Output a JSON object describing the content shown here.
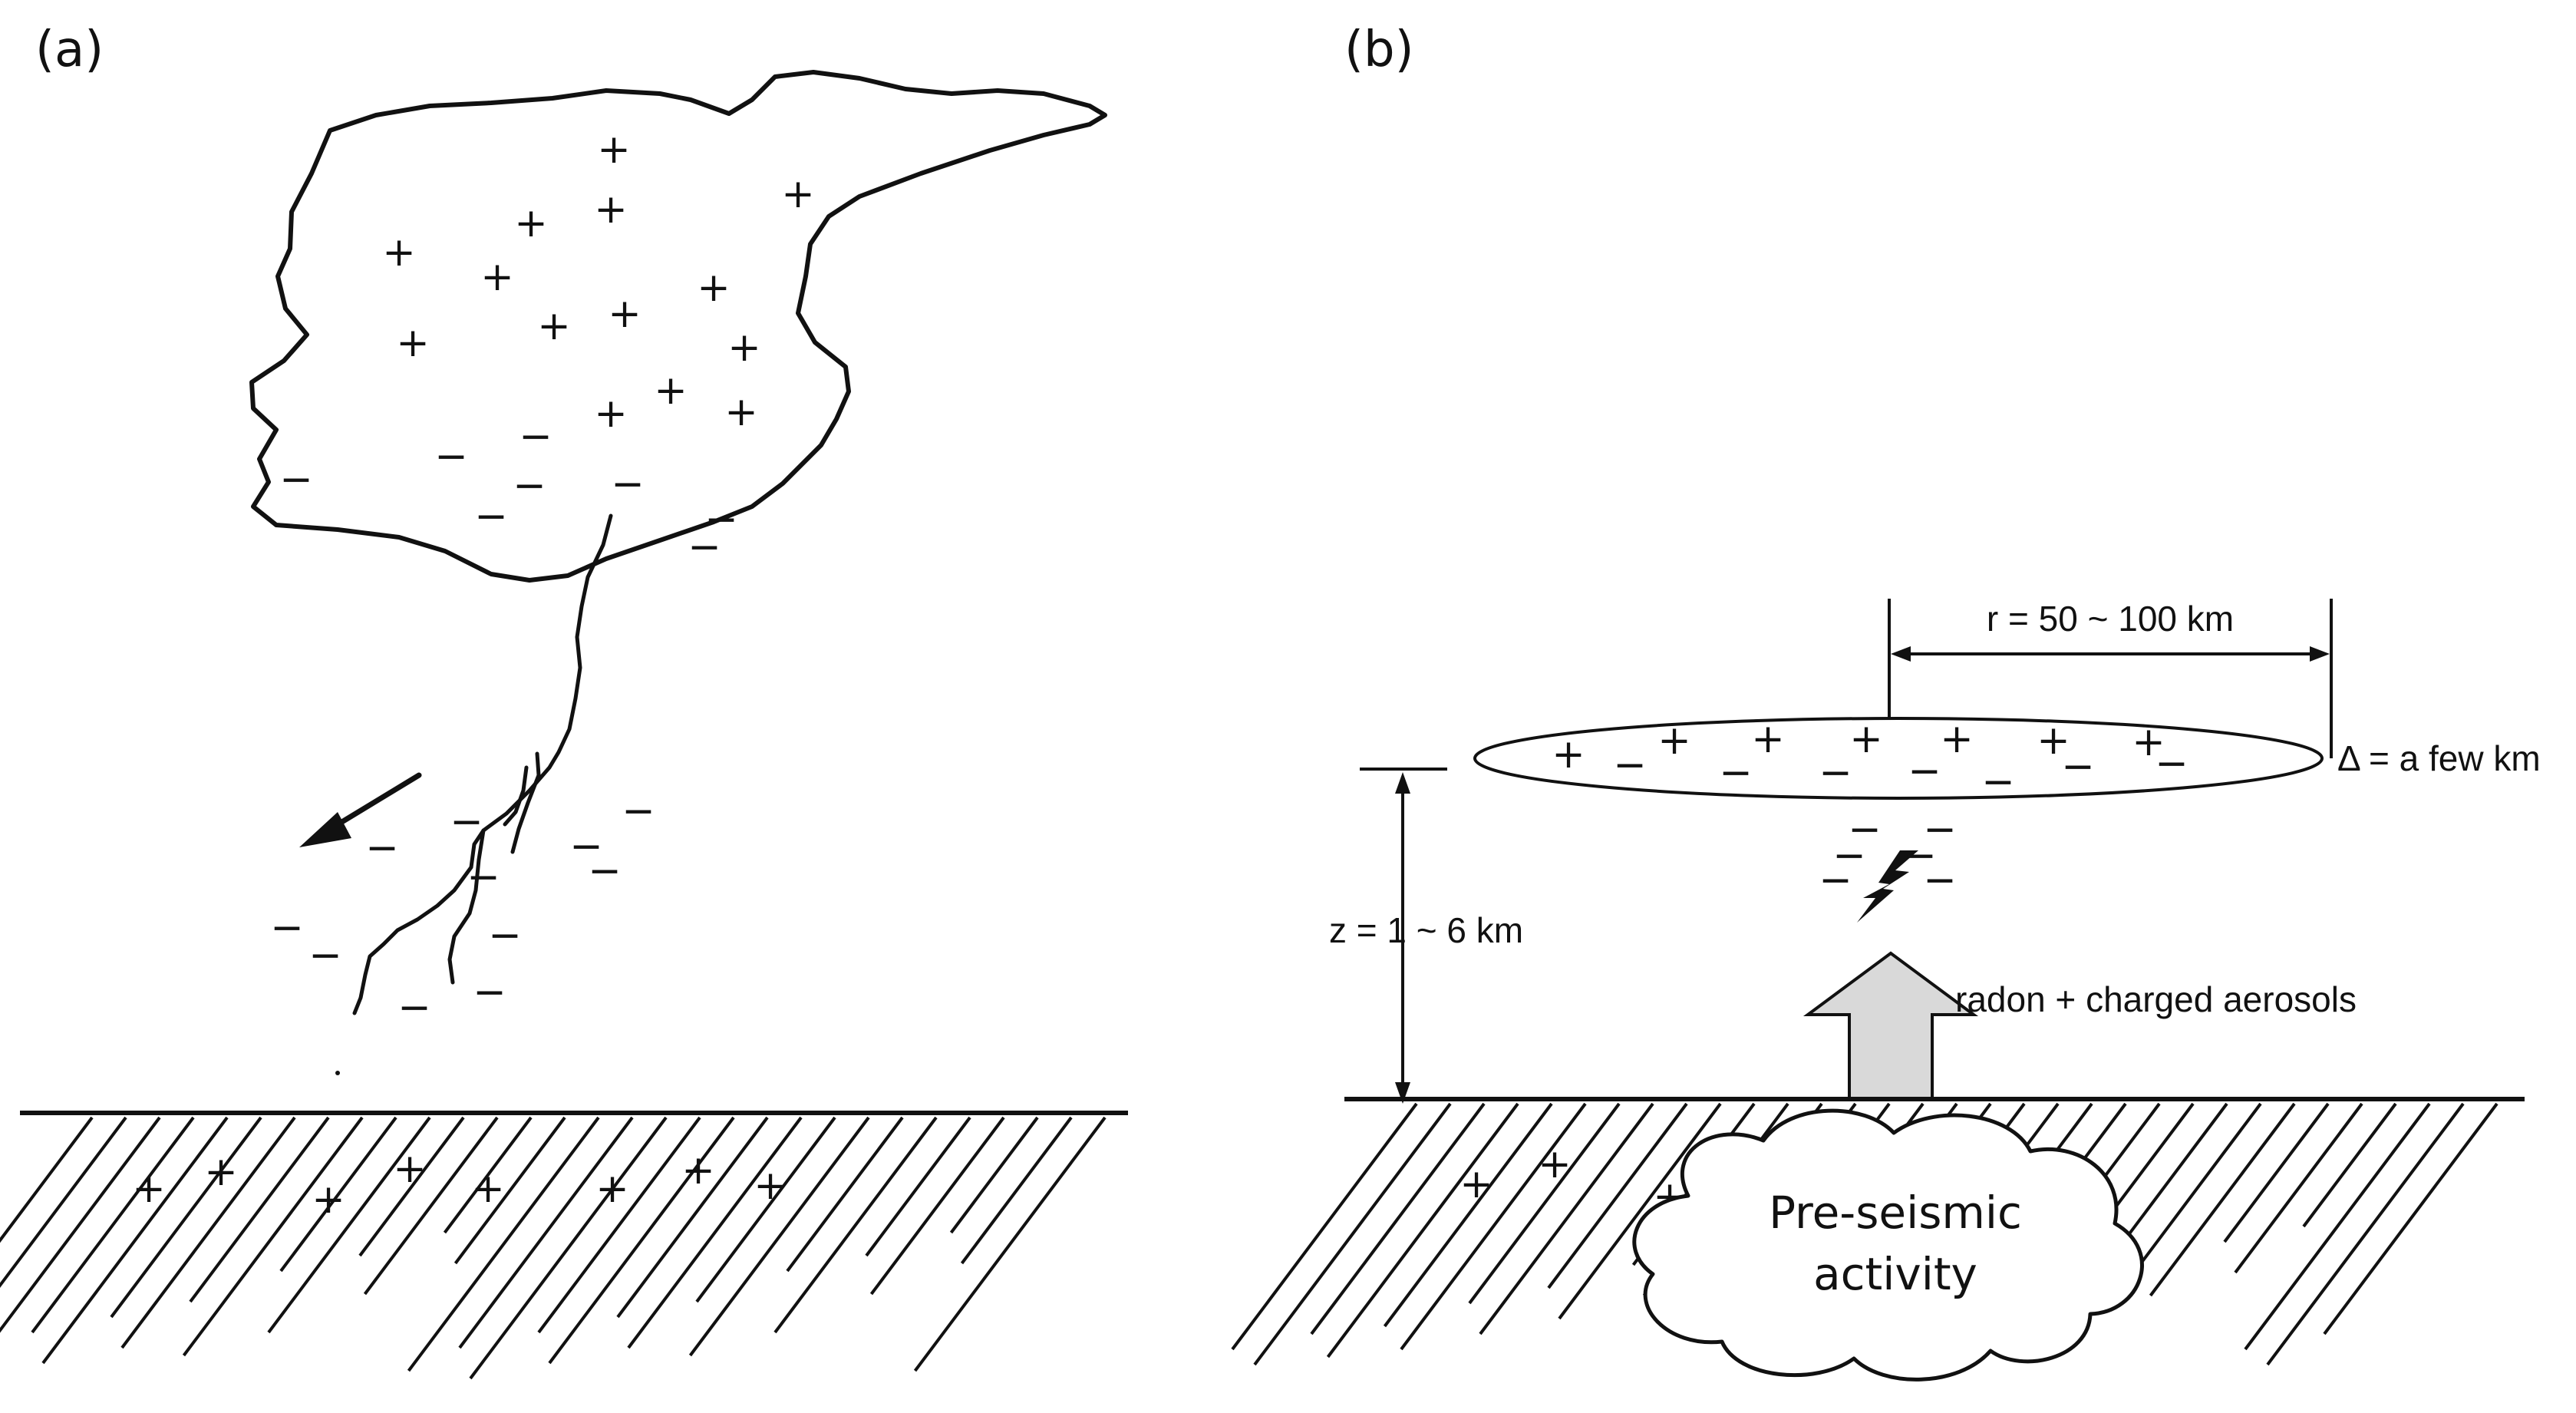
{
  "panels": {
    "a": {
      "label": "(a)"
    },
    "b": {
      "label": "(b)"
    }
  },
  "panel_a": {
    "cloud_positive_symbol": "+",
    "cloud_negative_symbol": "−",
    "ground_positive_symbol": "+",
    "air_negative_symbol": "−"
  },
  "panel_b": {
    "radius_label": "r = 50 ~ 100 km",
    "thickness_label": "Δ = a few km",
    "height_label": "z = 1 ~ 6 km",
    "arrow_label": "radon + charged aerosols",
    "source_label_line1": "Pre-seismic",
    "source_label_line2": "activity",
    "layer_positive_symbol": "+",
    "layer_negative_symbol": "−"
  },
  "colors": {
    "ink": "#111111",
    "arrow_fill": "#d9d9d9",
    "background": "#ffffff"
  },
  "icons": {
    "lightning": "lightning-bolt-icon",
    "motion_arrow": "arrow-down-left-icon"
  }
}
